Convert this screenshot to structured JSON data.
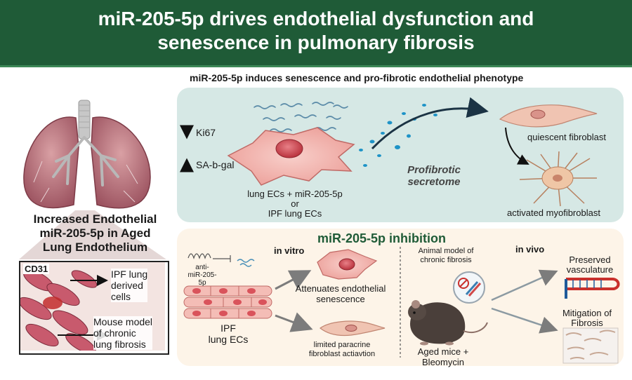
{
  "title": "miR-205-5p drives endothelial dysfunction and\nsenescence  in pulmonary fibrosis",
  "left": {
    "heading": "Increased Endothelial\nmiR-205-5p in Aged\nLung Endothelium",
    "inset_marker": "CD31",
    "inset_items": [
      "IPF lung\nderived\ncells",
      "Mouse model\nof chronic\nlung fibrosis"
    ]
  },
  "top_panel": {
    "heading": "miR-205-5p induces senescence and pro-fibrotic endothelial phenotype",
    "markers": [
      {
        "direction": "down",
        "label": "Ki67"
      },
      {
        "direction": "up",
        "label": "SA-b-gal"
      }
    ],
    "cell_caption": "lung ECs + miR-205-5p\nor\nIPF lung ECs",
    "secretome": "Profibrotic\nsecretome",
    "fibroblast_quiescent": "quiescent fibroblast",
    "fibroblast_activated": "activated myofibroblast"
  },
  "bottom_panel": {
    "heading": "miR-205-5p inhibition",
    "in_vitro_label": "in vitro",
    "in_vivo_label": "in vivo",
    "anti_mir_label": "anti-\nmiR-205-5p",
    "ipf_ecs": "IPF\nlung ECs",
    "outcome_senescence": "Attenuates endothelial\nsenescence",
    "outcome_paracrine": "limited paracrine\nfibroblast actiavtion",
    "animal_model": "Animal model of\nchronic fibrosis",
    "mice_caption": "Aged mice +\nBleomycin",
    "outcome_vasculature": "Preserved\nvasculature",
    "outcome_fibrosis": "Mitigation of\nFibrosis"
  },
  "colors": {
    "title_bg": "#1f5b37",
    "top_panel_bg": "#d6e8e5",
    "bottom_panel_bg": "#fdf4e8",
    "heading_green": "#1f5b37",
    "cell_pink": "#f2b3ae",
    "nucleus": "#d9535b"
  }
}
